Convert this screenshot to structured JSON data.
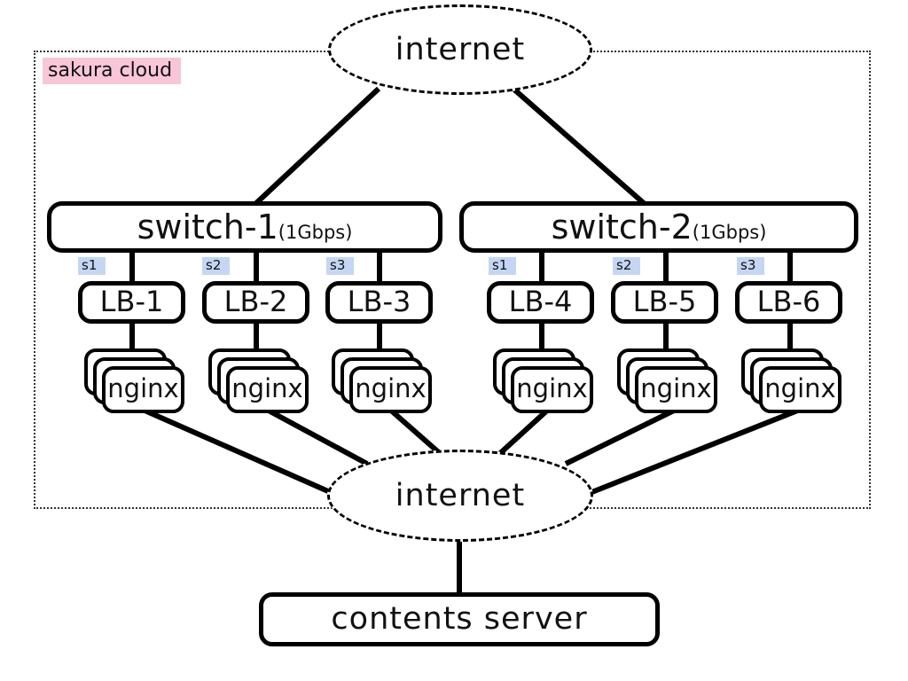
{
  "diagram": {
    "cloud_label": "sakura cloud",
    "internet_top_label": "internet",
    "internet_bottom_label": "internet",
    "switches": [
      {
        "name": "switch-1",
        "speed": "(1Gbps)"
      },
      {
        "name": "switch-2",
        "speed": "(1Gbps)"
      }
    ],
    "port_labels": [
      "s1",
      "s2",
      "s3",
      "s1",
      "s2",
      "s3"
    ],
    "load_balancers": [
      "LB-1",
      "LB-2",
      "LB-3",
      "LB-4",
      "LB-5",
      "LB-6"
    ],
    "nginx_label": "nginx",
    "contents_server_label": "contents server",
    "colors": {
      "cloud_label_bg": "#f8c6d8",
      "port_label_bg": "#c4d6f4",
      "line_color": "#000000",
      "background": "#ffffff"
    }
  }
}
